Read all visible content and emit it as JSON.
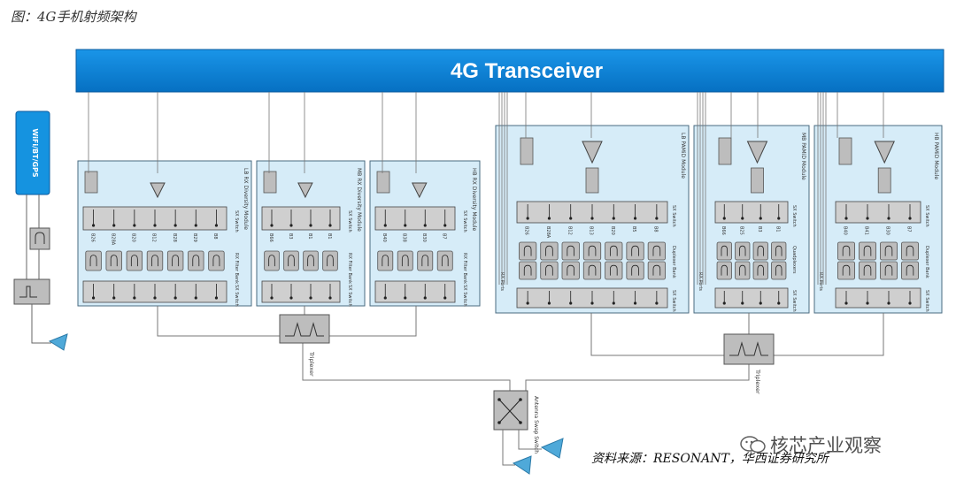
{
  "caption": "图：4G手机射频架构",
  "transceiver": "4G Transceiver",
  "wifi_module": "WiFi/BT/GPS",
  "modules": [
    {
      "id": "lb-rx",
      "title": "LB RX Diversity Module",
      "switch1": "SX Switch",
      "filter": "RX Filter Bank",
      "switch2": "SX Switch",
      "bands": [
        "B26",
        "B28A",
        "B20",
        "B12",
        "B28",
        "B29",
        "B8"
      ],
      "bottom_label": ""
    },
    {
      "id": "mb-rx",
      "title": "MB RX Diversity Module",
      "switch1": "SX Switch",
      "filter": "RX Filter Bank",
      "switch2": "SX Switch",
      "bands": [
        "B66",
        "B3",
        "B1",
        "B1"
      ],
      "bottom_label": ""
    },
    {
      "id": "hb-rx",
      "title": "HB RX Diversity Module",
      "switch1": "SX Switch",
      "filter": "RX Filter Bank",
      "switch2": "SX Switch",
      "bands": [
        "B40",
        "B38",
        "B30",
        "B7"
      ],
      "bottom_label": ""
    },
    {
      "id": "lb-pamid",
      "title": "LB PAMiD Module",
      "switch1": "SX Switch",
      "filter": "Duplexer Bank",
      "switch2": "SX Switch",
      "bands": [
        "B26",
        "B28A",
        "B12",
        "B13",
        "B20",
        "B5",
        "B8"
      ],
      "bottom_label": "RX Ports"
    },
    {
      "id": "mb-pamid",
      "title": "MB PAMiD Module",
      "switch1": "SX Switch",
      "filter": "Quadplexers",
      "switch2": "SX Switch",
      "bands": [
        "B66",
        "B25",
        "B3",
        "B1"
      ],
      "bottom_label": "RX Ports"
    },
    {
      "id": "hb-pamid",
      "title": "HB PAMiD Module",
      "switch1": "SX Switch",
      "filter": "Duplexer Bank",
      "switch2": "SX Switch",
      "bands": [
        "B40",
        "B41",
        "B30",
        "B7"
      ],
      "bottom_label": "RX Ports"
    }
  ],
  "triplexer_label": "Triplexer",
  "antenna_switch_label": "Antenna Swap Switch",
  "source": "资料来源：RESONANT，华西证券研究所",
  "watermark": "核芯产业观察",
  "colors": {
    "transceiver": "#0a7fd4",
    "module_bg": "#d6ecf8",
    "module_border": "#4a6b80",
    "block_gray": "#bdbdbd",
    "antenna": "#4fa9d9"
  }
}
